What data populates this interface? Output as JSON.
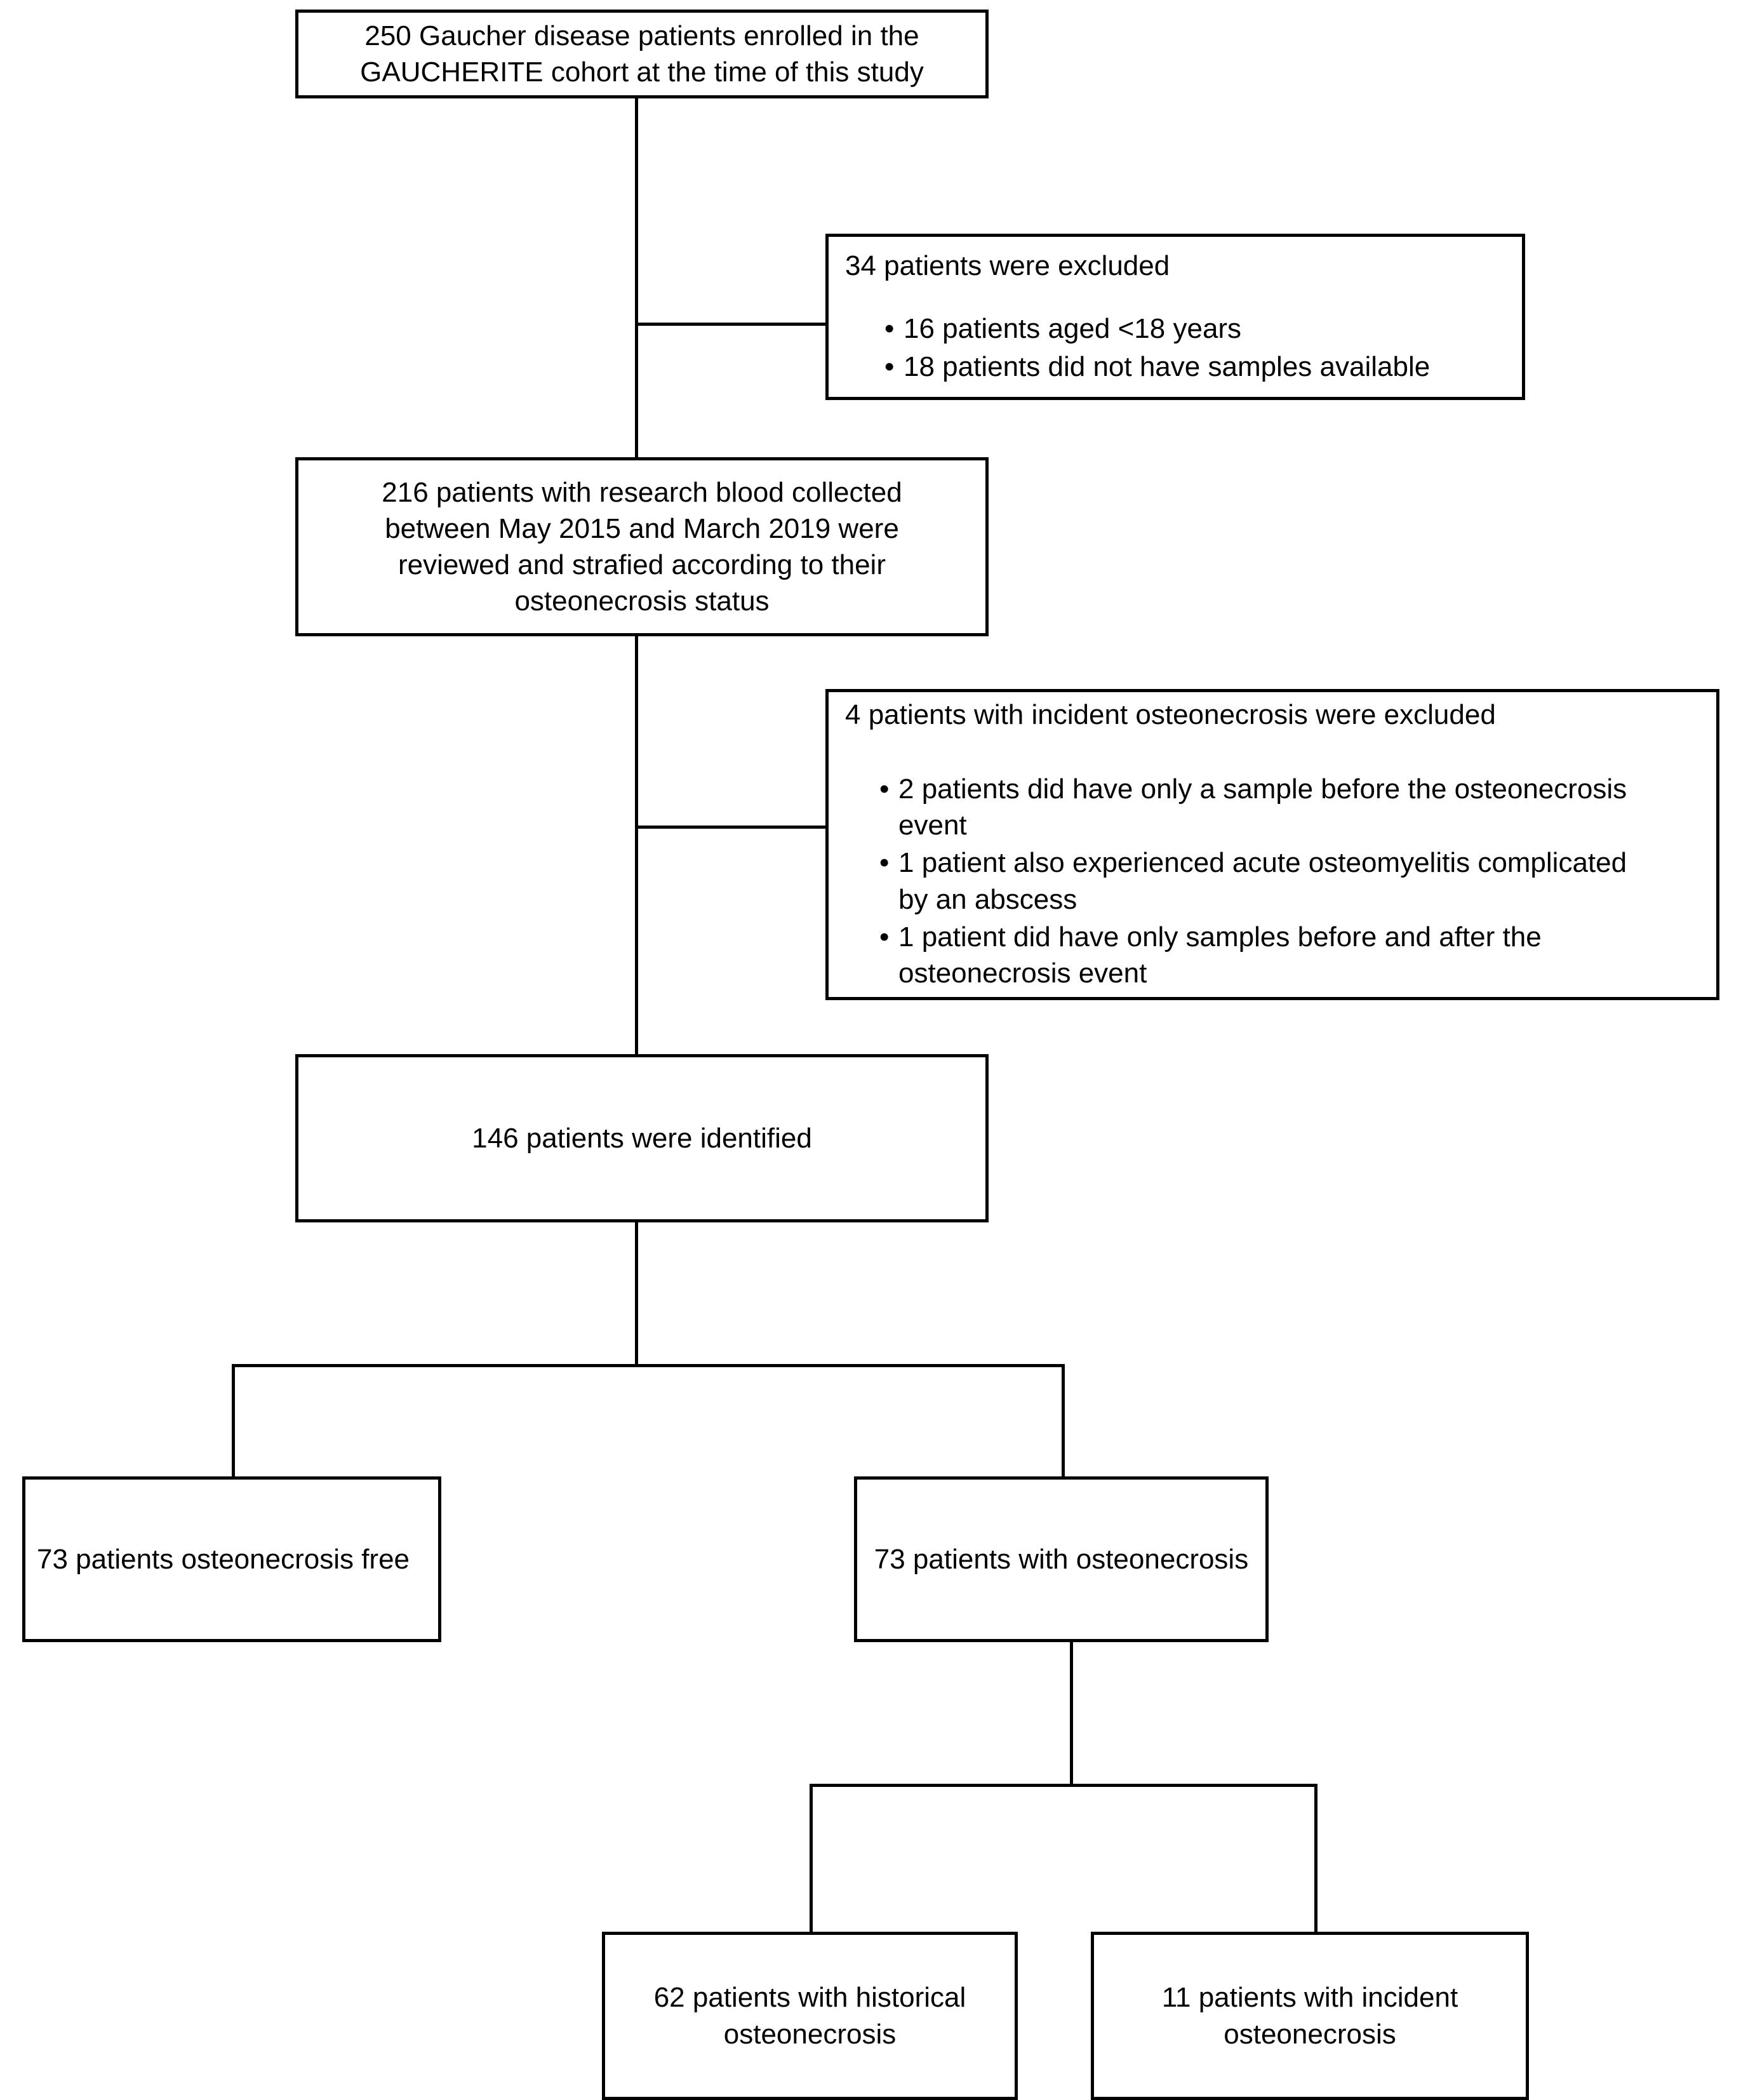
{
  "diagram": {
    "type": "patient-flow-chart",
    "title": "GAUCHERITE cohort osteonecrosis patient selection flow",
    "line_color": "#000000",
    "box_border_color": "#000000",
    "background_color": "#ffffff",
    "text_color": "#000000"
  },
  "nodes": {
    "enrolled": {
      "text": "250 Gaucher disease patients enrolled in the\nGAUCHERITE cohort at the time of this study",
      "count": 250
    },
    "excluded_1": {
      "header": "34 patients were excluded",
      "count": 34,
      "bullets": [
        "16 patients aged <18 years",
        "18 patients did not have samples available"
      ]
    },
    "reviewed": {
      "text": "216 patients with research blood collected\nbetween May 2015 and March 2019 were\nreviewed and strafied according to their\nosteonecrosis status",
      "count": 216
    },
    "excluded_2": {
      "header": "4 patients with incident osteonecrosis were excluded",
      "count": 4,
      "bullets": [
        "2 patients did have only a sample before the osteonecrosis event",
        "1 patient also experienced acute osteomyelitis complicated by an abscess",
        "1 patient did have only samples before and after the osteonecrosis event"
      ]
    },
    "identified": {
      "text": "146 patients were identified",
      "count": 146
    },
    "on_free": {
      "text": "73 patients osteonecrosis free",
      "count": 73
    },
    "on_with": {
      "text": "73 patients with osteonecrosis",
      "count": 73
    },
    "on_historical": {
      "text": "62 patients with historical\nosteonecrosis",
      "count": 62
    },
    "on_incident": {
      "text": "11 patients with incident\nosteonecrosis",
      "count": 11
    }
  }
}
